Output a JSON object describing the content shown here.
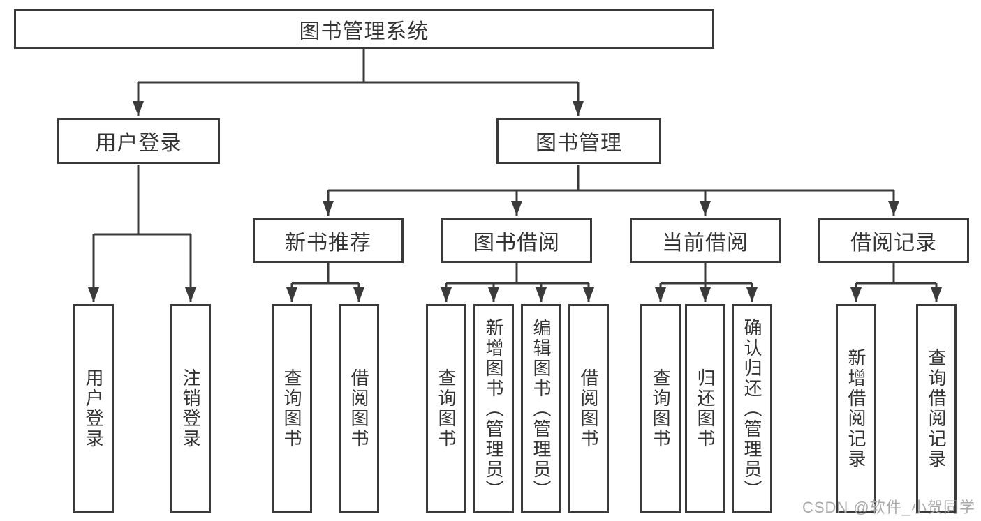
{
  "colors": {
    "line": "#3a3a3a",
    "border": "#3a3a3a",
    "text": "#333333",
    "watermark": "#a9a9a9",
    "background": "#ffffff"
  },
  "watermark": {
    "text": "CSDN @软件_小贺同学"
  },
  "tree": {
    "label": "图书管理系统",
    "children": [
      {
        "label": "用户登录",
        "children": [
          {
            "label": "用户登录"
          },
          {
            "label": "注销登录"
          }
        ]
      },
      {
        "label": "图书管理",
        "children": [
          {
            "label": "新书推荐",
            "children": [
              {
                "label": "查询图书"
              },
              {
                "label": "借阅图书"
              }
            ]
          },
          {
            "label": "图书借阅",
            "children": [
              {
                "label": "查询图书"
              },
              {
                "label": "新增图书（管理员）"
              },
              {
                "label": "编辑图书（管理员）"
              },
              {
                "label": "借阅图书"
              }
            ]
          },
          {
            "label": "当前借阅",
            "children": [
              {
                "label": "查询图书"
              },
              {
                "label": "归还图书"
              },
              {
                "label": "确认归还（管理员）"
              }
            ]
          },
          {
            "label": "借阅记录",
            "children": [
              {
                "label": "新增借阅记录"
              },
              {
                "label": "查询借阅记录"
              }
            ]
          }
        ]
      }
    ]
  }
}
